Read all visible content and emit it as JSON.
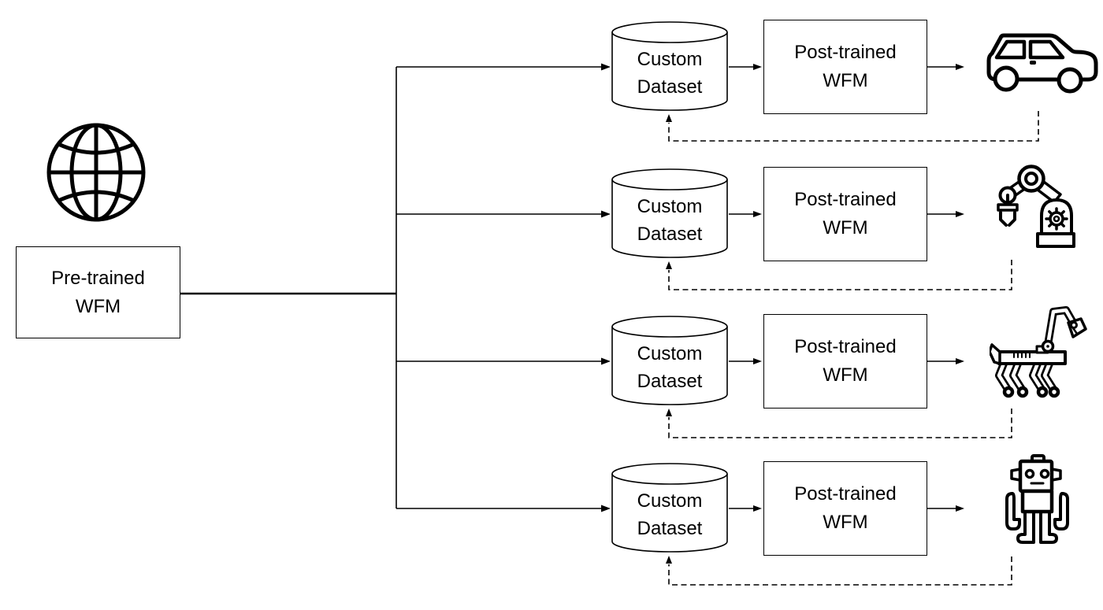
{
  "diagram": {
    "title": "WFM pre-training to post-training flow",
    "background_color": "#ffffff",
    "stroke_color": "#000000",
    "source": {
      "icon": "globe",
      "label": "Pre-trained\nWFM"
    },
    "rows": [
      {
        "dataset_label": "Custom\nDataset",
        "model_label": "Post-trained\nWFM",
        "target_icon": "car"
      },
      {
        "dataset_label": "Custom\nDataset",
        "model_label": "Post-trained\nWFM",
        "target_icon": "robot-arm"
      },
      {
        "dataset_label": "Custom\nDataset",
        "model_label": "Post-trained\nWFM",
        "target_icon": "robot-dog"
      },
      {
        "dataset_label": "Custom\nDataset",
        "model_label": "Post-trained\nWFM",
        "target_icon": "humanoid-robot"
      }
    ]
  }
}
